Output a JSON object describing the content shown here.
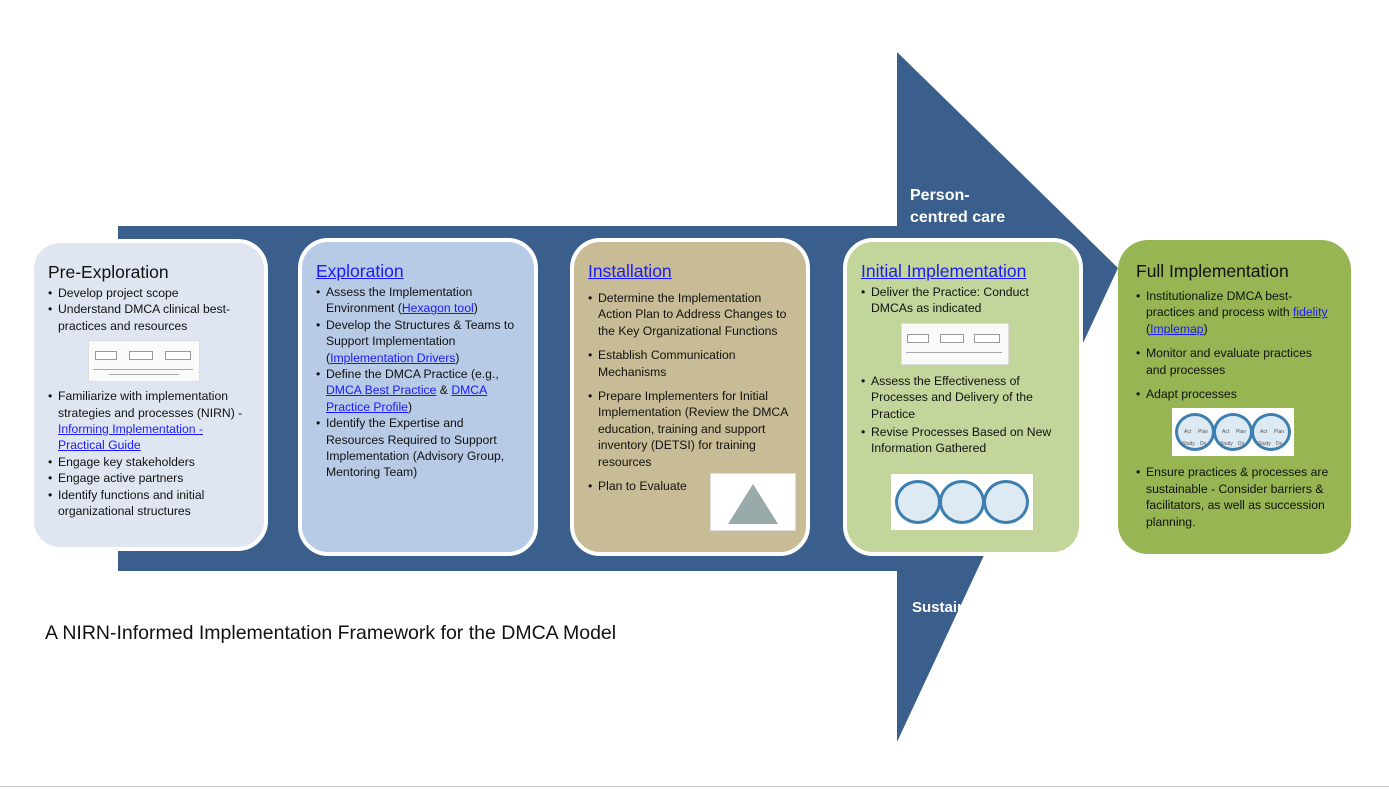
{
  "caption": "A NIRN-Informed Implementation Framework for the DMCA Model",
  "arrow_labels": {
    "top": "Person-\ncentred care",
    "bottom": "Sustainability"
  },
  "colors": {
    "arrow": "#3a5f8c",
    "pre": "#dfe5f1",
    "exploration": "#b7cae6",
    "installation": "#c7bc96",
    "initial": "#c2d69c",
    "full": "#97b553",
    "link": "#1a1aff"
  },
  "stages": {
    "pre": {
      "title": "Pre-Exploration",
      "b1": "Develop project scope",
      "b2": "Understand DMCA clinical best-practices and resources",
      "b3_text": "Familiarize with implementation strategies and processes (NIRN) - ",
      "b3_link": "Informing Implementation - Practical Guide",
      "b4": "Engage key stakeholders",
      "b5": "Engage active partners",
      "b6": "Identify functions and initial organizational structures"
    },
    "exploration": {
      "title": "Exploration",
      "b1_text": "Assess the Implementation Environment (",
      "b1_link": "Hexagon tool",
      "b1_end": ")",
      "b2_text": "Develop the Structures & Teams to Support Implementation (",
      "b2_link": "Implementation Drivers",
      "b2_end": ")",
      "b3_text": "Define the DMCA Practice (e.g., ",
      "b3_link1": "DMCA Best Practice",
      "b3_amp": " & ",
      "b3_link2": "DMCA Practice Profile",
      "b3_end": ")",
      "b4": "Identify the Expertise and Resources Required to Support Implementation (Advisory Group, Mentoring Team)"
    },
    "installation": {
      "title": "Installation",
      "b1": "Determine the Implementation Action Plan to Address Changes to the Key Organizational Functions",
      "b2": "Establish Communication Mechanisms",
      "b3": "Prepare Implementers for Initial Implementation (Review the DMCA education, training and support inventory (DETSI) for training resources",
      "b4": "Plan to Evaluate"
    },
    "initial": {
      "title": "Initial Implementation",
      "b1": "Deliver the Practice: Conduct DMCAs as indicated",
      "b2": "Assess the Effectiveness of Processes and Delivery of the Practice",
      "b3": "Revise Processes Based on New Information Gathered"
    },
    "full": {
      "title": "Full Implementation",
      "b1_text": "Institutionalize DMCA best-practices and process with ",
      "b1_link1": "fidelity ",
      "b1_mid": " (",
      "b1_link2": "Implemap",
      "b1_end": ")",
      "b2": "Monitor and evaluate practices and processes",
      "b3": "Adapt processes",
      "b4": "Ensure practices & processes are sustainable - Consider barriers & facilitators, as well as succession planning."
    }
  },
  "cycle_labels": [
    "Act",
    "Plan",
    "Study",
    "Do"
  ]
}
